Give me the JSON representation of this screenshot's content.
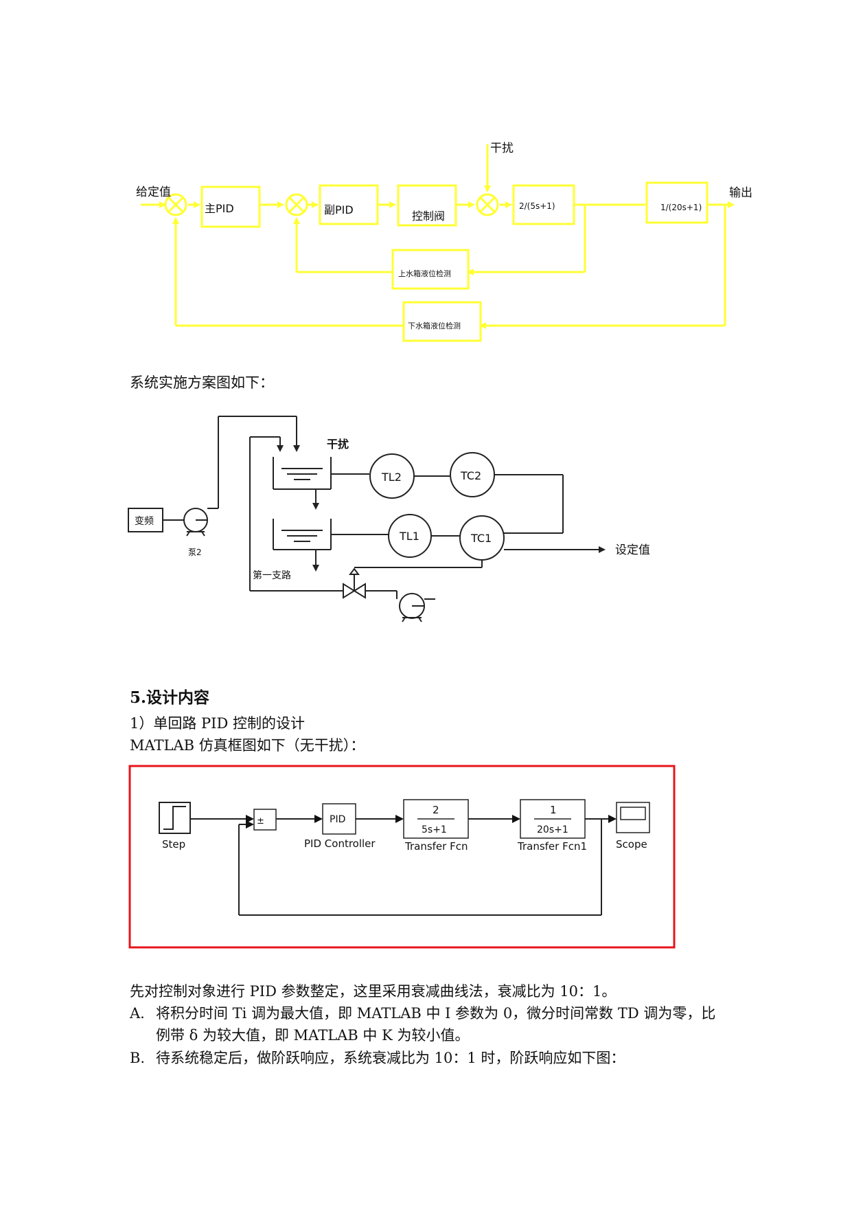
{
  "fig1": {
    "setpoint": "给定值",
    "main_pid": "主PID",
    "sub_pid": "副PID",
    "valve": "控制阀",
    "disturbance": "干扰",
    "tf1": "2/(5s+1)",
    "tf2": "1/(20s+1)",
    "output": "输出",
    "upper_detect": "上水箱液位检测",
    "lower_detect": "下水箱液位检测"
  },
  "caption_scheme": "系统实施方案图如下：",
  "fig2": {
    "disturbance": "干扰",
    "vfd": "变频",
    "pump2": "泵2",
    "branch1": "第一支路",
    "tl2": "TL2",
    "tc2": "TC2",
    "tl1": "TL1",
    "tc1": "TC1",
    "setpoint": "设定值"
  },
  "section_title": "5.设计内容",
  "sub1": "1）单回路 PID 控制的设计",
  "matlab_caption": "MATLAB 仿真框图如下（无干扰）：",
  "fig3": {
    "step": "Step",
    "sum": "±",
    "pid": "PID",
    "pid_label": "PID Controller",
    "tf1_num": "2",
    "tf1_den": "5s+1",
    "tf1_label": "Transfer Fcn",
    "tf2_num": "1",
    "tf2_den": "20s+1",
    "tf2_label": "Transfer Fcn1",
    "scope": "Scope"
  },
  "para_intro": "先对控制对象进行 PID 参数整定，这里采用衰减曲线法，衰减比为 10：1。",
  "items": [
    {
      "mark": "A.",
      "line1": "将积分时间 Ti 调为最大值，即 MATLAB 中 I 参数为 0，微分时间常数 TD 调为零，比",
      "line2": "例带 δ 为较大值，即 MATLAB 中 K 为较小值。"
    },
    {
      "mark": "B.",
      "line1": "待系统稳定后，做阶跃响应，系统衰减比为 10：1 时，阶跃响应如下图："
    }
  ],
  "colors": {
    "yellow": "#ffff33",
    "red_frame": "#e8141c",
    "ink": "#111111"
  }
}
